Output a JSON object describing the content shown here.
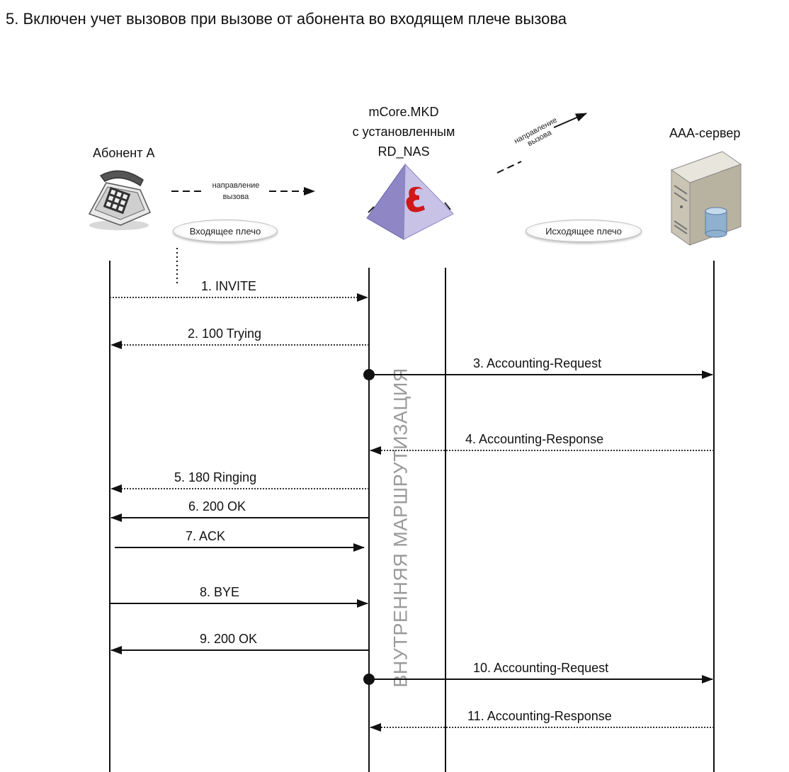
{
  "title": "5. Включен учет вызовов при вызове от абонента во входящем плече вызова",
  "participants": {
    "subscriber": "Абонент А",
    "mcore_line1": "mCore.MKD",
    "mcore_line2": "с установленным",
    "mcore_line3": "RD_NAS",
    "aaa": "ААА-сервер"
  },
  "direction": {
    "left_line1": "направление",
    "left_line2": "вызова",
    "right_line1": "направление",
    "right_line2": "вызова"
  },
  "legs": {
    "incoming": "Входящее плечо",
    "outgoing": "Исходящее плечо"
  },
  "routing_label": "ВНУТРЕННЯЯ МАРШРУТИЗАЦИЯ",
  "messages": [
    {
      "label": "1. INVITE",
      "from": "subscriber",
      "to": "mcore",
      "style": "dotted"
    },
    {
      "label": "2. 100 Trying",
      "from": "mcore",
      "to": "subscriber",
      "style": "dotted"
    },
    {
      "label": "3. Accounting-Request",
      "from": "mcore",
      "to": "aaa",
      "style": "solid"
    },
    {
      "label": "4. Accounting-Response",
      "from": "aaa",
      "to": "mcore",
      "style": "dotted"
    },
    {
      "label": "5. 180 Ringing",
      "from": "mcore",
      "to": "subscriber",
      "style": "dotted"
    },
    {
      "label": "6. 200 OK",
      "from": "mcore",
      "to": "subscriber",
      "style": "solid"
    },
    {
      "label": "7. ACK",
      "from": "subscriber",
      "to": "mcore",
      "style": "solid"
    },
    {
      "label": "8. BYE",
      "from": "subscriber",
      "to": "mcore",
      "style": "solid"
    },
    {
      "label": "9. 200 OK",
      "from": "mcore",
      "to": "subscriber",
      "style": "solid"
    },
    {
      "label": "10. Accounting-Request",
      "from": "mcore",
      "to": "aaa",
      "style": "solid"
    },
    {
      "label": "11. Accounting-Response",
      "from": "aaa",
      "to": "mcore",
      "style": "dotted"
    }
  ],
  "colors": {
    "pyramid_left": "#8f86c6",
    "pyramid_right": "#c8c2e6",
    "logo": "#d01818",
    "server": "#c9c4b4",
    "db": "#8fb0cf"
  }
}
